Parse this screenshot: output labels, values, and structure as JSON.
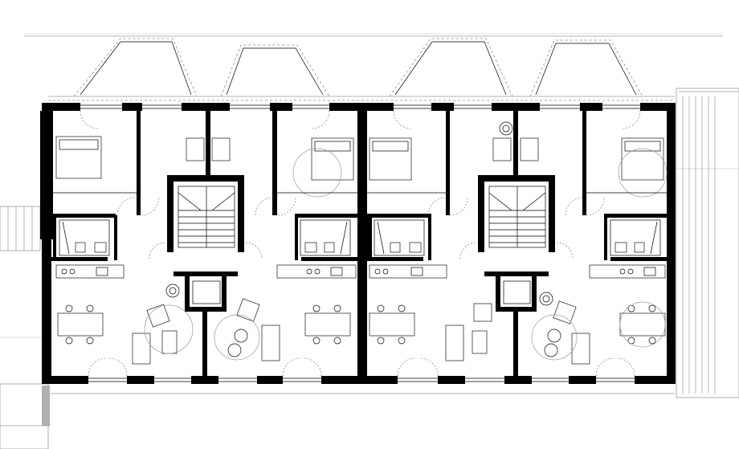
{
  "drawing": {
    "type": "floor-plan",
    "building_units": 2,
    "apartments_per_unit": 2,
    "stair_cores": 2,
    "colors": {
      "wall": "#000000",
      "line": "#000000",
      "faint_line": "#9a9a9a",
      "dashed_line": "#8a8a8a",
      "side_hatch": "#b0b0b0",
      "background": "#ffffff"
    }
  }
}
